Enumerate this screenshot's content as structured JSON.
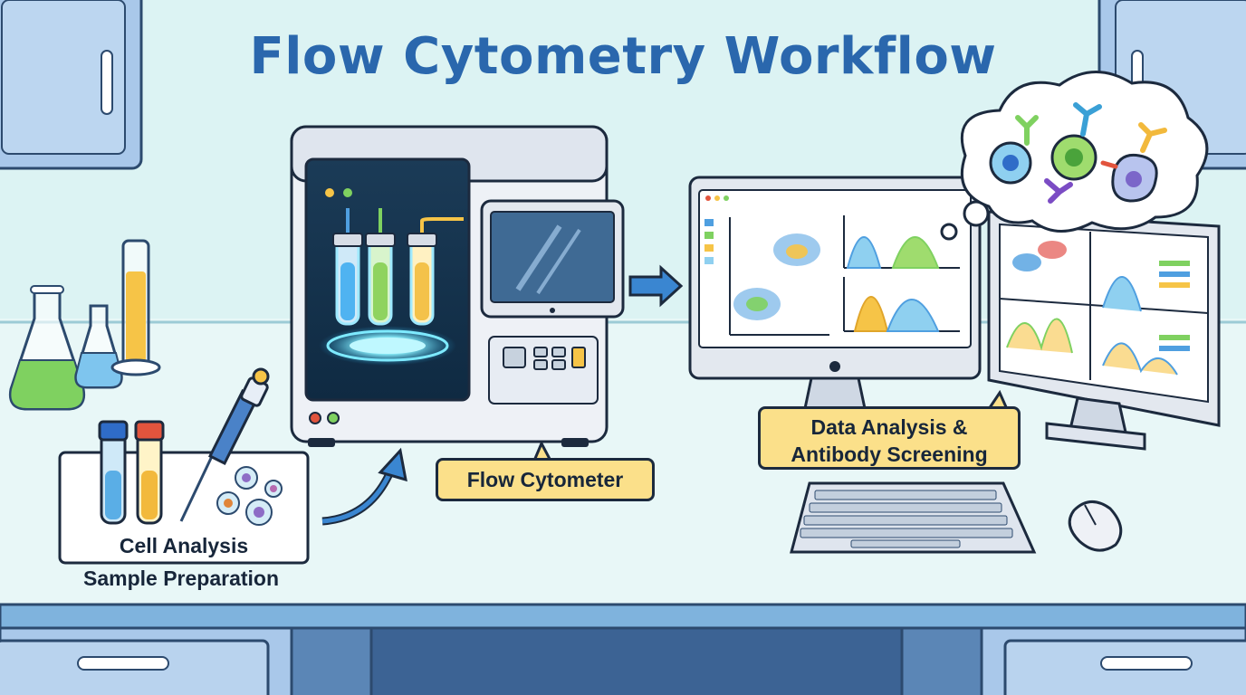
{
  "title": "Flow Cytometry Workflow",
  "labels": {
    "cell_analysis": "Cell Analysis",
    "sample_preparation": "Sample Preparation",
    "flow_cytometer": "Flow Cytometer",
    "data_analysis_line1": "Data Analysis &",
    "data_analysis_line2": "Antibody Screening"
  },
  "colors": {
    "title": "#2a67ad",
    "callout_fill": "#fbe08a",
    "outline": "#1c2a3e",
    "cabinet": "#a9c8ea",
    "arrow": "#3a86d1"
  }
}
